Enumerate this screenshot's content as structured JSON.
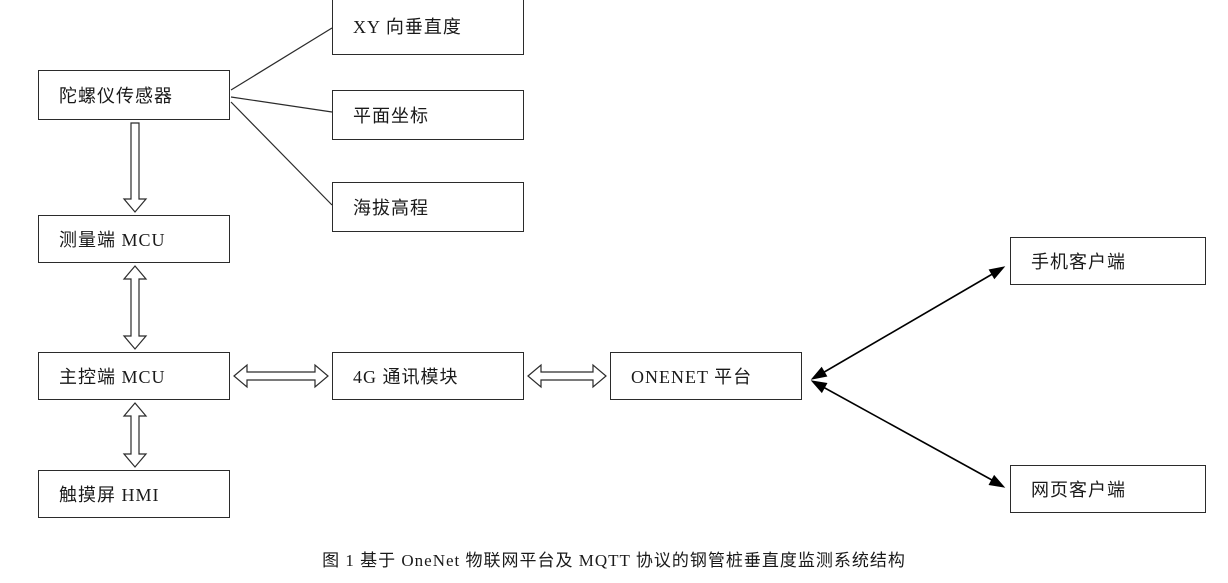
{
  "diagram": {
    "caption": "图 1 基于 OneNet 物联网平台及 MQTT 协议的钢管桩垂直度监测系统结构",
    "nodes": {
      "gyro": {
        "label": "陀螺仪传感器"
      },
      "xy": {
        "label": "XY 向垂直度"
      },
      "plane": {
        "label": "平面坐标"
      },
      "altitude": {
        "label": "海拔高程"
      },
      "measure_mcu": {
        "label": "测量端 MCU"
      },
      "main_mcu": {
        "label": "主控端 MCU"
      },
      "hmi": {
        "label": "触摸屏 HMI"
      },
      "module_4g": {
        "label": "4G 通讯模块"
      },
      "onenet": {
        "label": "ONENET 平台"
      },
      "mobile": {
        "label": "手机客户端"
      },
      "web": {
        "label": "网页客户端"
      }
    },
    "colors": {
      "line": "#2b2b2b",
      "solid_arrow": "#000000",
      "background": "#ffffff"
    }
  }
}
